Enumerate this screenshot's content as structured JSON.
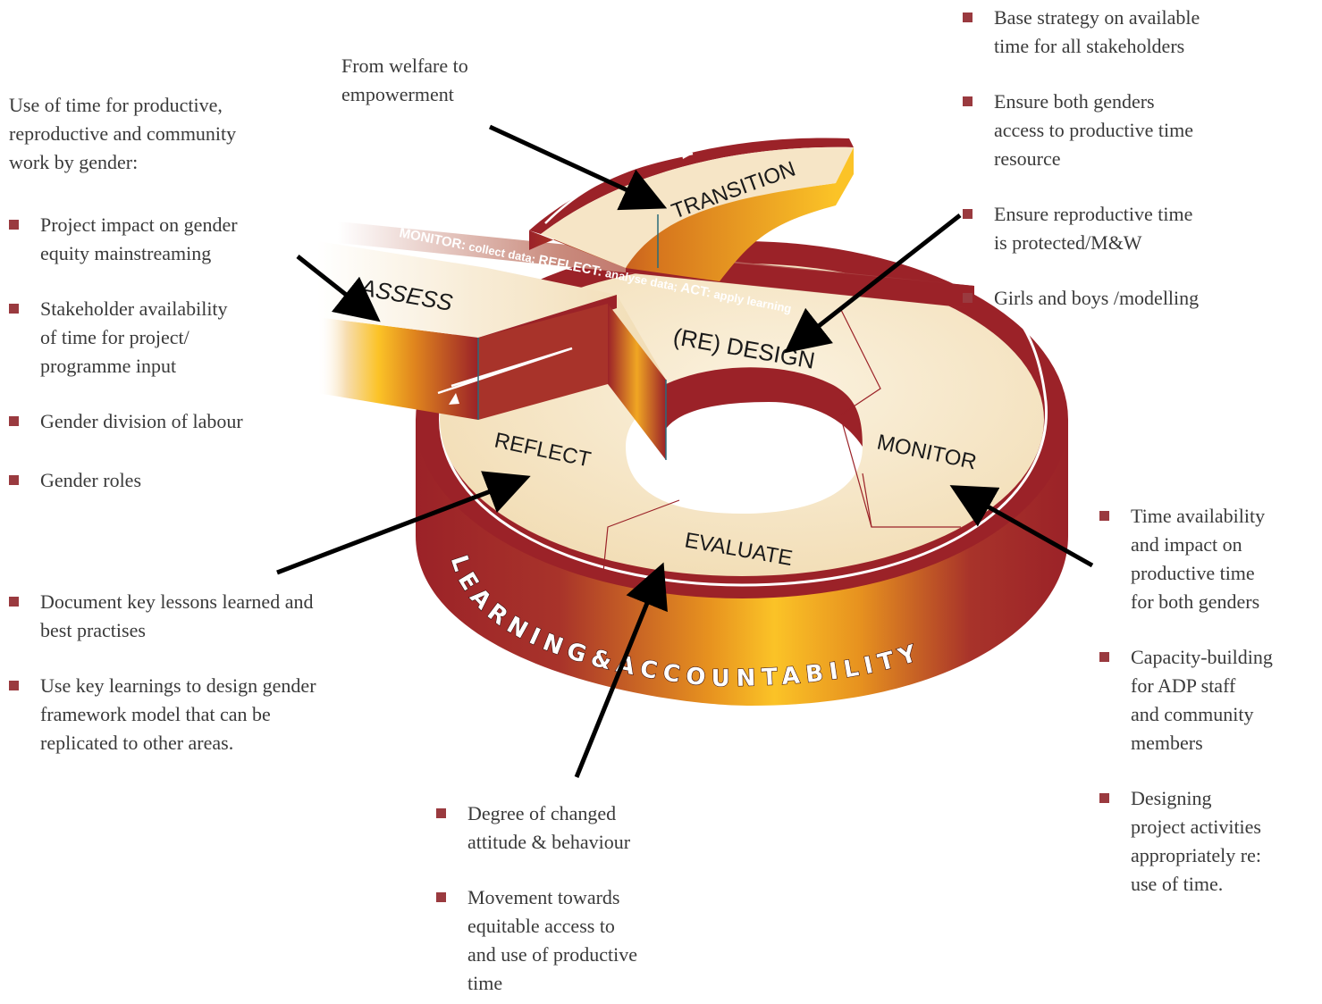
{
  "diagram": {
    "stages": {
      "assess": "ASSESS",
      "redesign": "(RE) DESIGN",
      "monitor": "MONITOR",
      "evaluate": "EVALUATE",
      "reflect": "REFLECT",
      "transition": "TRANSITION"
    },
    "band_text": {
      "monitor_bold": "MONITOR:",
      "monitor_rest": " collect data; ",
      "reflect_bold": "REFLECT:",
      "reflect_rest": " analyse data; ",
      "act_bold": "ACT:",
      "act_rest": " apply learning"
    },
    "ring_label": "LEARNING&ACCOUNTABILITY",
    "colors": {
      "maroon": "#9b2228",
      "gold": "#f7b924",
      "cream": "#f6e5c6",
      "bullet": "#9a3a3f"
    }
  },
  "annotations": {
    "transition_note": [
      "From welfare to",
      "empowerment"
    ],
    "assess_intro": [
      "Use of time for productive,",
      "reproductive and community",
      "work by gender:"
    ],
    "assess_items": [
      [
        "Project impact on gender",
        "equity mainstreaming"
      ],
      [
        "Stakeholder availability",
        "of time for project/",
        "programme input"
      ],
      [
        "Gender division of labour"
      ],
      [
        "Gender roles"
      ]
    ],
    "reflect_items": [
      [
        "Document key lessons learned and",
        "best practises"
      ],
      [
        "Use key learnings to design gender",
        "framework model that can be",
        "replicated to other areas."
      ]
    ],
    "design_items": [
      [
        "Base strategy on available",
        "time for all stakeholders"
      ],
      [
        "Ensure both genders",
        "access to productive time",
        "resource"
      ],
      [
        "Ensure reproductive time",
        "is protected/M&W"
      ],
      [
        "Girls and boys /modelling"
      ]
    ],
    "monitor_items": [
      [
        "Time availability",
        "and impact on",
        "productive time",
        "for both genders"
      ],
      [
        "Capacity-building",
        "for ADP staff",
        "and community",
        "members"
      ],
      [
        "Designing",
        "project activities",
        "appropriately re:",
        "use of time."
      ]
    ],
    "evaluate_items": [
      [
        "Degree of changed",
        "attitude & behaviour"
      ],
      [
        "Movement towards",
        "equitable access to",
        "and use of productive",
        "time"
      ]
    ]
  }
}
